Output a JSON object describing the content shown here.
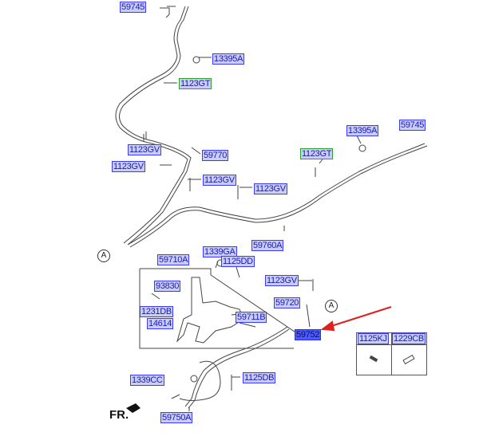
{
  "diagram": {
    "title": "Parking brake cable and pedal assembly",
    "part_labels": [
      {
        "id": "59745-top",
        "text": "59745",
        "style": "normal"
      },
      {
        "id": "13395A-top",
        "text": "13395A",
        "style": "normal"
      },
      {
        "id": "1123GT-left",
        "text": "1123GT",
        "style": "green"
      },
      {
        "id": "1123GV-a",
        "text": "1123GV",
        "style": "normal"
      },
      {
        "id": "59770",
        "text": "59770",
        "style": "normal"
      },
      {
        "id": "1123GV-b",
        "text": "1123GV",
        "style": "normal"
      },
      {
        "id": "1123GV-c",
        "text": "1123GV",
        "style": "normal"
      },
      {
        "id": "1123GV-d",
        "text": "1123GV",
        "style": "normal"
      },
      {
        "id": "13395A-right",
        "text": "13395A",
        "style": "normal"
      },
      {
        "id": "59745-right",
        "text": "59745",
        "style": "normal"
      },
      {
        "id": "1123GT-right",
        "text": "1123GT",
        "style": "green"
      },
      {
        "id": "59760A",
        "text": "59760A",
        "style": "normal"
      },
      {
        "id": "1339GA",
        "text": "1339GA",
        "style": "normal"
      },
      {
        "id": "59710A",
        "text": "59710A",
        "style": "normal"
      },
      {
        "id": "1125DD",
        "text": "1125DD",
        "style": "normal"
      },
      {
        "id": "93830",
        "text": "93830",
        "style": "normal"
      },
      {
        "id": "1231DB",
        "text": "1231DB",
        "style": "normal"
      },
      {
        "id": "14614",
        "text": "14614",
        "style": "normal"
      },
      {
        "id": "59711B",
        "text": "59711B",
        "style": "normal"
      },
      {
        "id": "1123GV-e",
        "text": "1123GV",
        "style": "normal"
      },
      {
        "id": "59720",
        "text": "59720",
        "style": "normal"
      },
      {
        "id": "59752",
        "text": "59752",
        "style": "highlight"
      },
      {
        "id": "1125KJ",
        "text": "1125KJ",
        "style": "normal"
      },
      {
        "id": "1229CB",
        "text": "1229CB",
        "style": "normal"
      },
      {
        "id": "1339CC",
        "text": "1339CC",
        "style": "normal"
      },
      {
        "id": "1125DB",
        "text": "1125DB",
        "style": "normal"
      },
      {
        "id": "59750A",
        "text": "59750A",
        "style": "normal"
      }
    ],
    "reference_markers": [
      "A",
      "A"
    ],
    "front_indicator": "FR.",
    "colors": {
      "label_bg": "#c9ccff",
      "label_border": "#3b3bff",
      "label_text": "#1a1aa8",
      "highlight_bg": "#4b5cff",
      "green_border": "#2e9e2e",
      "arrow": "#e02020"
    }
  }
}
